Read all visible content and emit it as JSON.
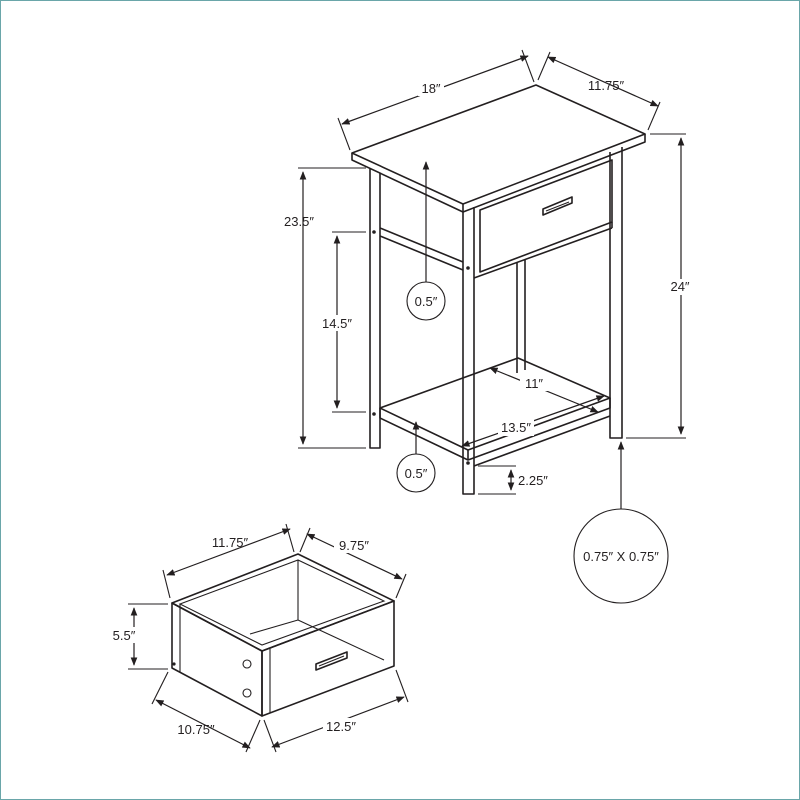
{
  "table": {
    "top_width": "18″",
    "top_depth": "11.75″",
    "height_to_top": "23.5″",
    "total_height": "24″",
    "shelf_height": "14.5″",
    "top_thickness": "0.5″",
    "shelf_thickness": "0.5″",
    "shelf_depth": "11″",
    "shelf_width": "13.5″",
    "foot_clearance": "2.25″",
    "leg_size": "0.75″ X 0.75″"
  },
  "drawer": {
    "width": "11.75″",
    "depth": "9.75″",
    "height": "5.5″",
    "box_depth": "10.75″",
    "front_width": "12.5″"
  },
  "colors": {
    "line": "#231f20",
    "frame": "#6aa6a9",
    "background": "#ffffff"
  }
}
